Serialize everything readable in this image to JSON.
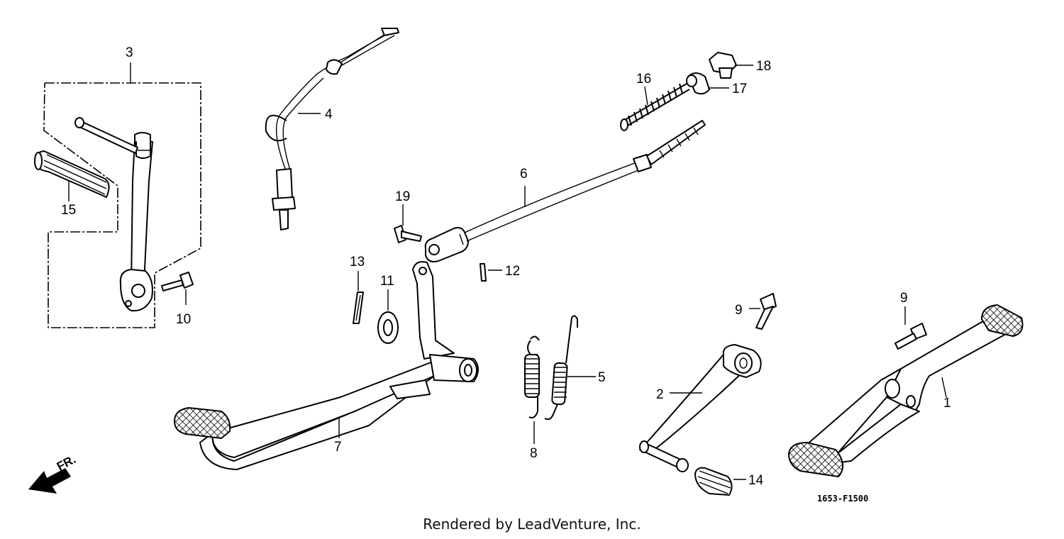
{
  "diagram_code": "1653-F1500",
  "front_indicator": "FR.",
  "credit": "Rendered by LeadVenture, Inc.",
  "callouts": {
    "c1": "1",
    "c2": "2",
    "c3": "3",
    "c4": "4",
    "c5": "5",
    "c6": "6",
    "c7": "7",
    "c8": "8",
    "c9a": "9",
    "c9b": "9",
    "c10": "10",
    "c11": "11",
    "c12": "12",
    "c13": "13",
    "c14": "14",
    "c15": "15",
    "c16": "16",
    "c17": "17",
    "c18": "18",
    "c19": "19"
  }
}
